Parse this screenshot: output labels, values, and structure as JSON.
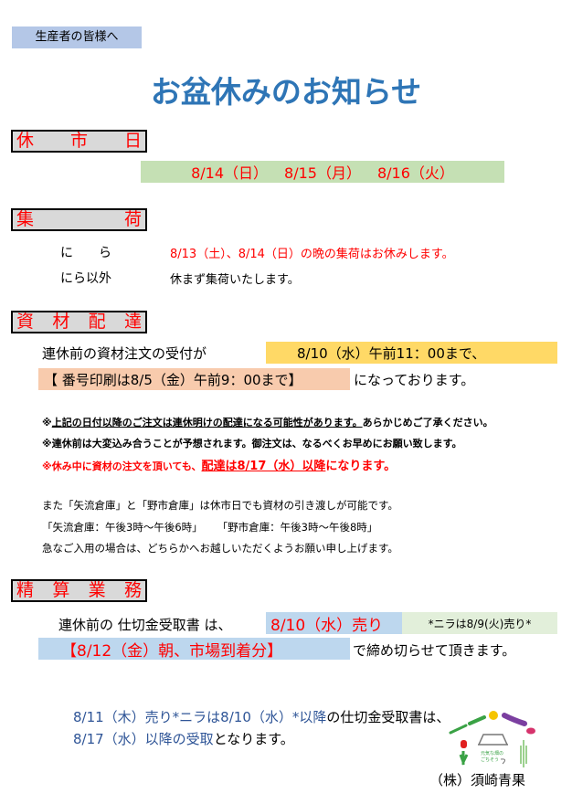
{
  "recipient_label": "生産者の皆様へ",
  "title": "お盆休みのお知らせ",
  "sections": {
    "closed_days": {
      "heading": [
        "休",
        "市",
        "日"
      ],
      "dates": [
        "8/14（日）",
        "8/15（月）",
        "8/16（火）"
      ]
    },
    "collection": {
      "heading": [
        "集",
        "荷"
      ],
      "rows": [
        {
          "label": "に　　ら",
          "text": "8/13（土）、8/14（日）の晩の集荷はお休みします。"
        },
        {
          "label": "にら以外",
          "text": "休まず集荷いたします。"
        }
      ]
    },
    "materials": {
      "heading": [
        "資",
        "材",
        "配",
        "達"
      ],
      "line1_prefix": "連休前の資材注文の受付が",
      "line1_highlight": "8/10（水）午前11：00まで、",
      "line2_highlight": "【 番号印刷は8/5（金）午前9：00まで】",
      "line2_suffix": "になっております。",
      "note1_mark": "※",
      "note1": "上記の日付以降のご注文は連休明けの配達になる可能性があります。",
      "note1_tail": "あらかじめご了承ください。",
      "note2": "※連休前は大変込み合うことが予想されます。御注文は、なるべくお早めにお願い致します。",
      "note3_prefix": "※休み中に資材の注文を頂いても、",
      "note3_underlined": "配達は8/17（水）以降",
      "note3_suffix": "になります。",
      "para1": "また「矢流倉庫」と「野市倉庫」は休市日でも資材の引き渡しが可能です。",
      "para2a": "「矢流倉庫：午後3時～午後6時」",
      "para2b": "「野市倉庫：午後3時～午後8時」",
      "para3": "急なご入用の場合は、どちらかへお越しいただくようお願い申し上げます。"
    },
    "settlement": {
      "heading": [
        "精",
        "算",
        "業",
        "務"
      ],
      "line1_prefix": "連休前の 仕切金受取書 は、",
      "line1_highlight": "8/10（水）売り",
      "line1_note": "*ニラは8/9(火)売り*",
      "line2_highlight": "【8/12（金）朝、市場到着分】",
      "line2_suffix": "で締め切らせて頂きます。",
      "line3_blue": "8/11（木）売り*ニラは8/10（水）*以降",
      "line3_black": "の仕切金受取書は、",
      "line4_blue": "8/17（水）以降の受取",
      "line4_black": "となります。"
    }
  },
  "logo": {
    "text1": "元気な畑の",
    "text2": "ごちそう"
  },
  "company": "（株）須崎青果",
  "colors": {
    "title": "#2e75b6",
    "red": "#ff0000",
    "green_bar": "#c5e0b4",
    "yellow_bar": "#ffd966",
    "salmon_bar": "#f8cbad",
    "blue_bar": "#bdd7ee",
    "light_green": "#e2efda",
    "label_bg": "#b4c7e7",
    "heading_bg": "#d9d9d9"
  }
}
